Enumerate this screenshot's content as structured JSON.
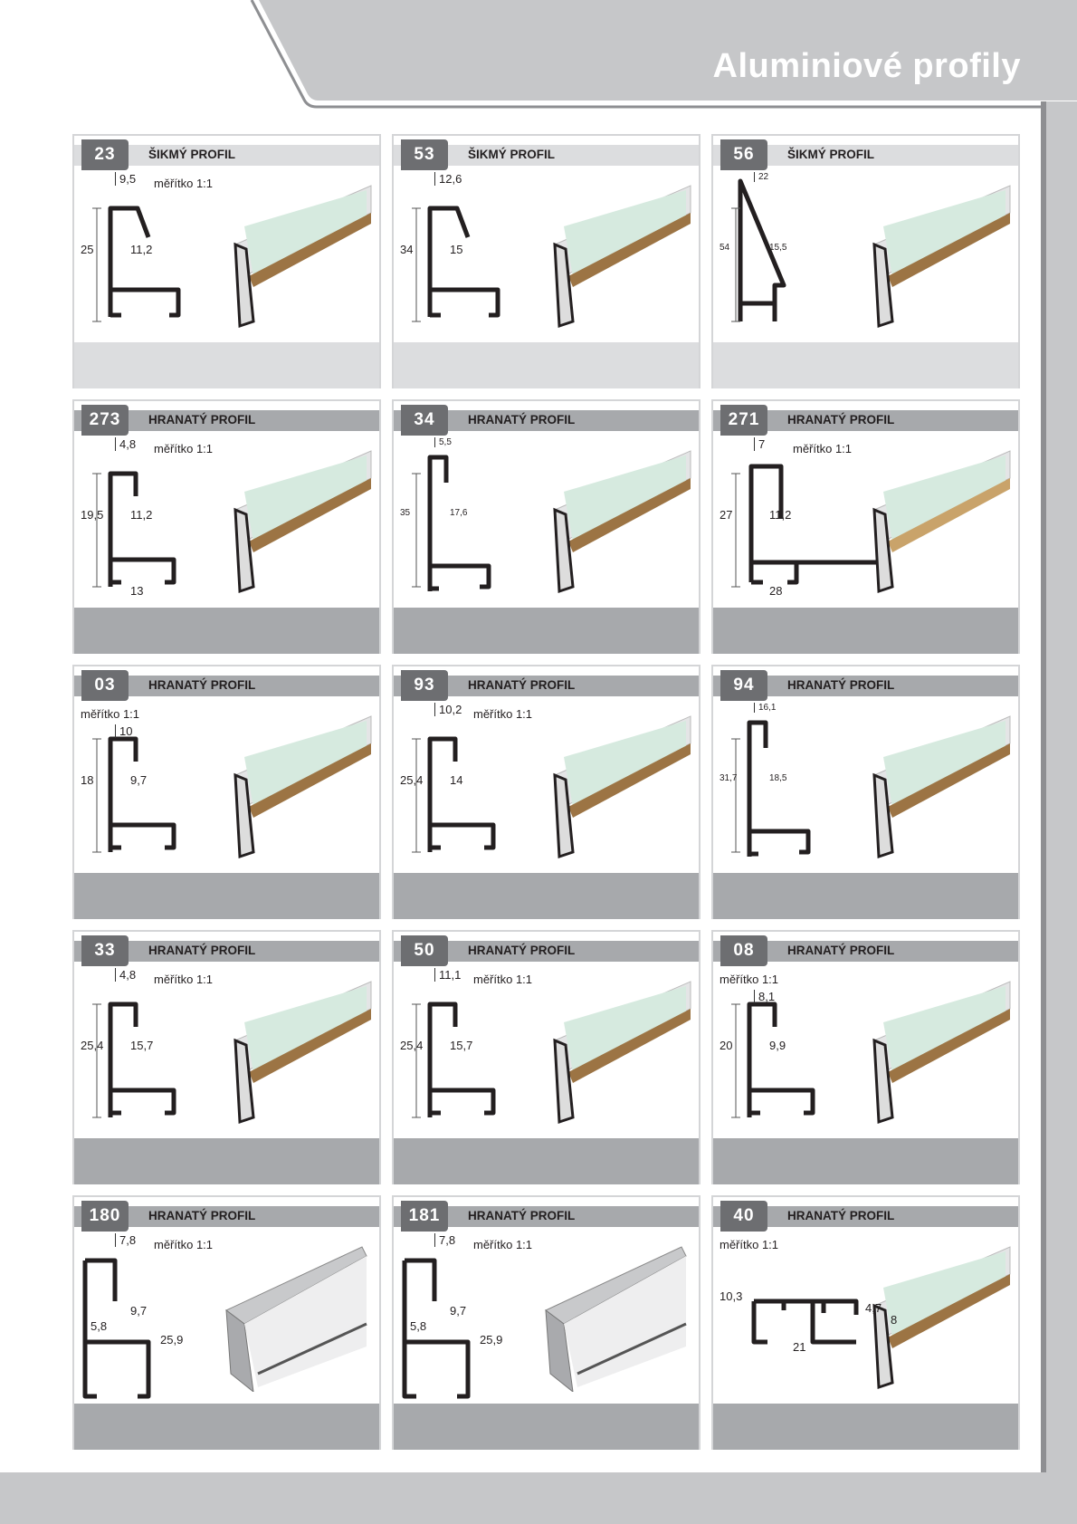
{
  "header": {
    "title": "Aluminiové profily"
  },
  "colors": {
    "header_grey": "#c6c7c9",
    "badge": "#6d6e71",
    "band_light": "#dcdddf",
    "band_dark": "#a7a9ac"
  },
  "cards": [
    {
      "id": "23",
      "type": "ŠIKMÝ PROFIL",
      "scale": "měřítko 1:1",
      "shape": "slant",
      "dims": [
        {
          "slot": "top",
          "label": "9,5"
        },
        {
          "slot": "left",
          "label": "25"
        },
        {
          "slot": "mid",
          "label": "11,2"
        }
      ]
    },
    {
      "id": "53",
      "type": "ŠIKMÝ PROFIL",
      "shape": "slant",
      "dims": [
        {
          "slot": "top",
          "label": "12,6"
        },
        {
          "slot": "left",
          "label": "34"
        },
        {
          "slot": "mid",
          "label": "15"
        }
      ]
    },
    {
      "id": "56",
      "type": "ŠIKMÝ PROFIL",
      "shape": "triangle",
      "dims": [
        {
          "slot": "top",
          "label": "22",
          "small": true
        },
        {
          "slot": "left",
          "label": "54",
          "small": true
        },
        {
          "slot": "mid",
          "label": "15,5",
          "small": true
        }
      ]
    },
    {
      "id": "273",
      "type": "HRANATÝ PROFIL",
      "scale": "měřítko 1:1",
      "shape": "square",
      "dims": [
        {
          "slot": "top",
          "label": "4,8"
        },
        {
          "slot": "left",
          "label": "19,5"
        },
        {
          "slot": "mid",
          "label": "11,2"
        },
        {
          "slot": "bottom",
          "label": "13"
        }
      ]
    },
    {
      "id": "34",
      "type": "HRANATÝ PROFIL",
      "shape": "tall",
      "dims": [
        {
          "slot": "top",
          "label": "5,5",
          "small": true
        },
        {
          "slot": "left",
          "label": "35",
          "small": true
        },
        {
          "slot": "mid",
          "label": "17,6",
          "small": true
        }
      ]
    },
    {
      "id": "271",
      "type": "HRANATÝ PROFIL",
      "scale": "měřítko 1:1",
      "shape": "flange",
      "wood": true,
      "dims": [
        {
          "slot": "top",
          "label": "7"
        },
        {
          "slot": "left",
          "label": "27"
        },
        {
          "slot": "mid",
          "label": "11,2"
        },
        {
          "slot": "bottom",
          "label": "28"
        }
      ]
    },
    {
      "id": "03",
      "type": "HRANATÝ PROFIL",
      "scale": "měřítko 1:1",
      "scale_left": true,
      "shape": "square",
      "dims": [
        {
          "slot": "top",
          "label": "10"
        },
        {
          "slot": "left",
          "label": "18"
        },
        {
          "slot": "mid",
          "label": "9,7"
        }
      ]
    },
    {
      "id": "93",
      "type": "HRANATÝ PROFIL",
      "scale": "měřítko 1:1",
      "shape": "square",
      "dims": [
        {
          "slot": "top",
          "label": "10,2"
        },
        {
          "slot": "left",
          "label": "25,4"
        },
        {
          "slot": "mid",
          "label": "14"
        }
      ]
    },
    {
      "id": "94",
      "type": "HRANATÝ PROFIL",
      "shape": "tall",
      "dims": [
        {
          "slot": "top",
          "label": "16,1",
          "small": true
        },
        {
          "slot": "left",
          "label": "31,7",
          "small": true
        },
        {
          "slot": "mid",
          "label": "18,5",
          "small": true
        }
      ]
    },
    {
      "id": "33",
      "type": "HRANATÝ PROFIL",
      "scale": "měřítko 1:1",
      "shape": "square",
      "dims": [
        {
          "slot": "top",
          "label": "4,8"
        },
        {
          "slot": "left",
          "label": "25,4"
        },
        {
          "slot": "mid",
          "label": "15,7"
        }
      ]
    },
    {
      "id": "50",
      "type": "HRANATÝ PROFIL",
      "scale": "měřítko 1:1",
      "shape": "square",
      "dims": [
        {
          "slot": "top",
          "label": "11,1"
        },
        {
          "slot": "left",
          "label": "25,4"
        },
        {
          "slot": "mid",
          "label": "15,7"
        }
      ]
    },
    {
      "id": "08",
      "type": "HRANATÝ PROFIL",
      "scale": "měřítko 1:1",
      "scale_left": true,
      "shape": "square",
      "dims": [
        {
          "slot": "top",
          "label": "8,1"
        },
        {
          "slot": "left",
          "label": "20"
        },
        {
          "slot": "mid",
          "label": "9,9"
        }
      ]
    },
    {
      "id": "180",
      "type": "HRANATÝ PROFIL",
      "scale": "měřítko 1:1",
      "shape": "rounded",
      "silver": true,
      "dims": [
        {
          "slot": "top",
          "label": "7,8"
        },
        {
          "slot": "inner",
          "label": "5,8"
        },
        {
          "slot": "mid",
          "label": "9,7"
        },
        {
          "slot": "right",
          "label": "25,9"
        }
      ]
    },
    {
      "id": "181",
      "type": "HRANATÝ PROFIL",
      "scale": "měřítko 1:1",
      "shape": "rounded",
      "silver": true,
      "dims": [
        {
          "slot": "top",
          "label": "7,8"
        },
        {
          "slot": "inner",
          "label": "5,8"
        },
        {
          "slot": "mid",
          "label": "9,7"
        },
        {
          "slot": "right",
          "label": "25,9"
        }
      ]
    },
    {
      "id": "40",
      "type": "HRANATÝ PROFIL",
      "scale": "měřítko 1:1",
      "scale_left": true,
      "shape": "wide",
      "dims": [
        {
          "slot": "left",
          "label": "10,3"
        },
        {
          "slot": "r1",
          "label": "4,7"
        },
        {
          "slot": "r2",
          "label": "8"
        },
        {
          "slot": "bottom",
          "label": "21"
        }
      ]
    }
  ]
}
